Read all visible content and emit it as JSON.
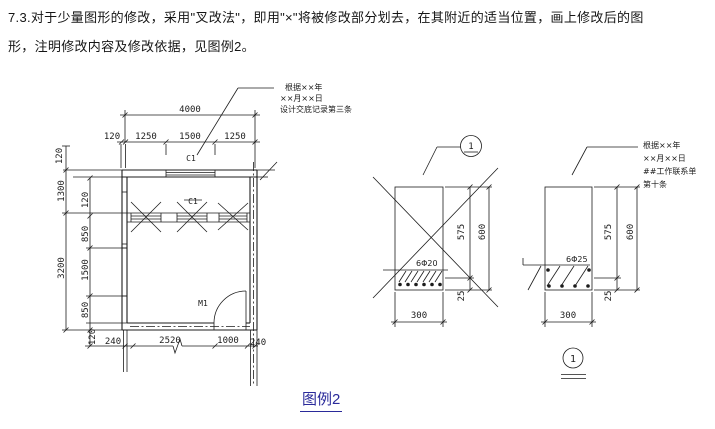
{
  "paragraph": {
    "line1": "7.3.对于少量图形的修改，采用\"叉改法\"，即用\"×\"将被修改部分划去，在其附近的适当位置，画上修改后的图",
    "line2": "形，注明修改内容及修改依据，见图例2。"
  },
  "floor_plan": {
    "top_dim_total": "4000",
    "top_dims": [
      "120",
      "1250",
      "1500",
      "1250"
    ],
    "left_outer_dims": [
      "120",
      "1300",
      "3200"
    ],
    "left_inner_dims": [
      "120",
      "850",
      "1500",
      "850",
      "120"
    ],
    "bottom_dims": [
      "240",
      "2520",
      "1000",
      "240"
    ],
    "window_label_new": "C1",
    "window_label_old": "C1",
    "door_label": "M1",
    "annotation_lines": [
      "根据××年",
      "××月××日",
      "设计交底记录第三条"
    ]
  },
  "beam_section_old": {
    "upper_dim": "575",
    "height_dim": "600",
    "cover_dim": "25",
    "width_dim": "300",
    "rebar_label": "6Φ20",
    "section_number": "1"
  },
  "beam_section_new": {
    "upper_dim": "575",
    "height_dim": "600",
    "cover_dim": "25",
    "width_dim": "300",
    "rebar_label": "6Φ25",
    "annotation_lines": [
      "根据××年",
      "××月××日",
      "##工作联系单",
      "第十条"
    ]
  },
  "section_mark_bottom": {
    "number": "1"
  },
  "caption": {
    "label": "图例2"
  },
  "colors": {
    "link_blue": "#2a2a9a",
    "line_color": "#1c1c1c"
  }
}
